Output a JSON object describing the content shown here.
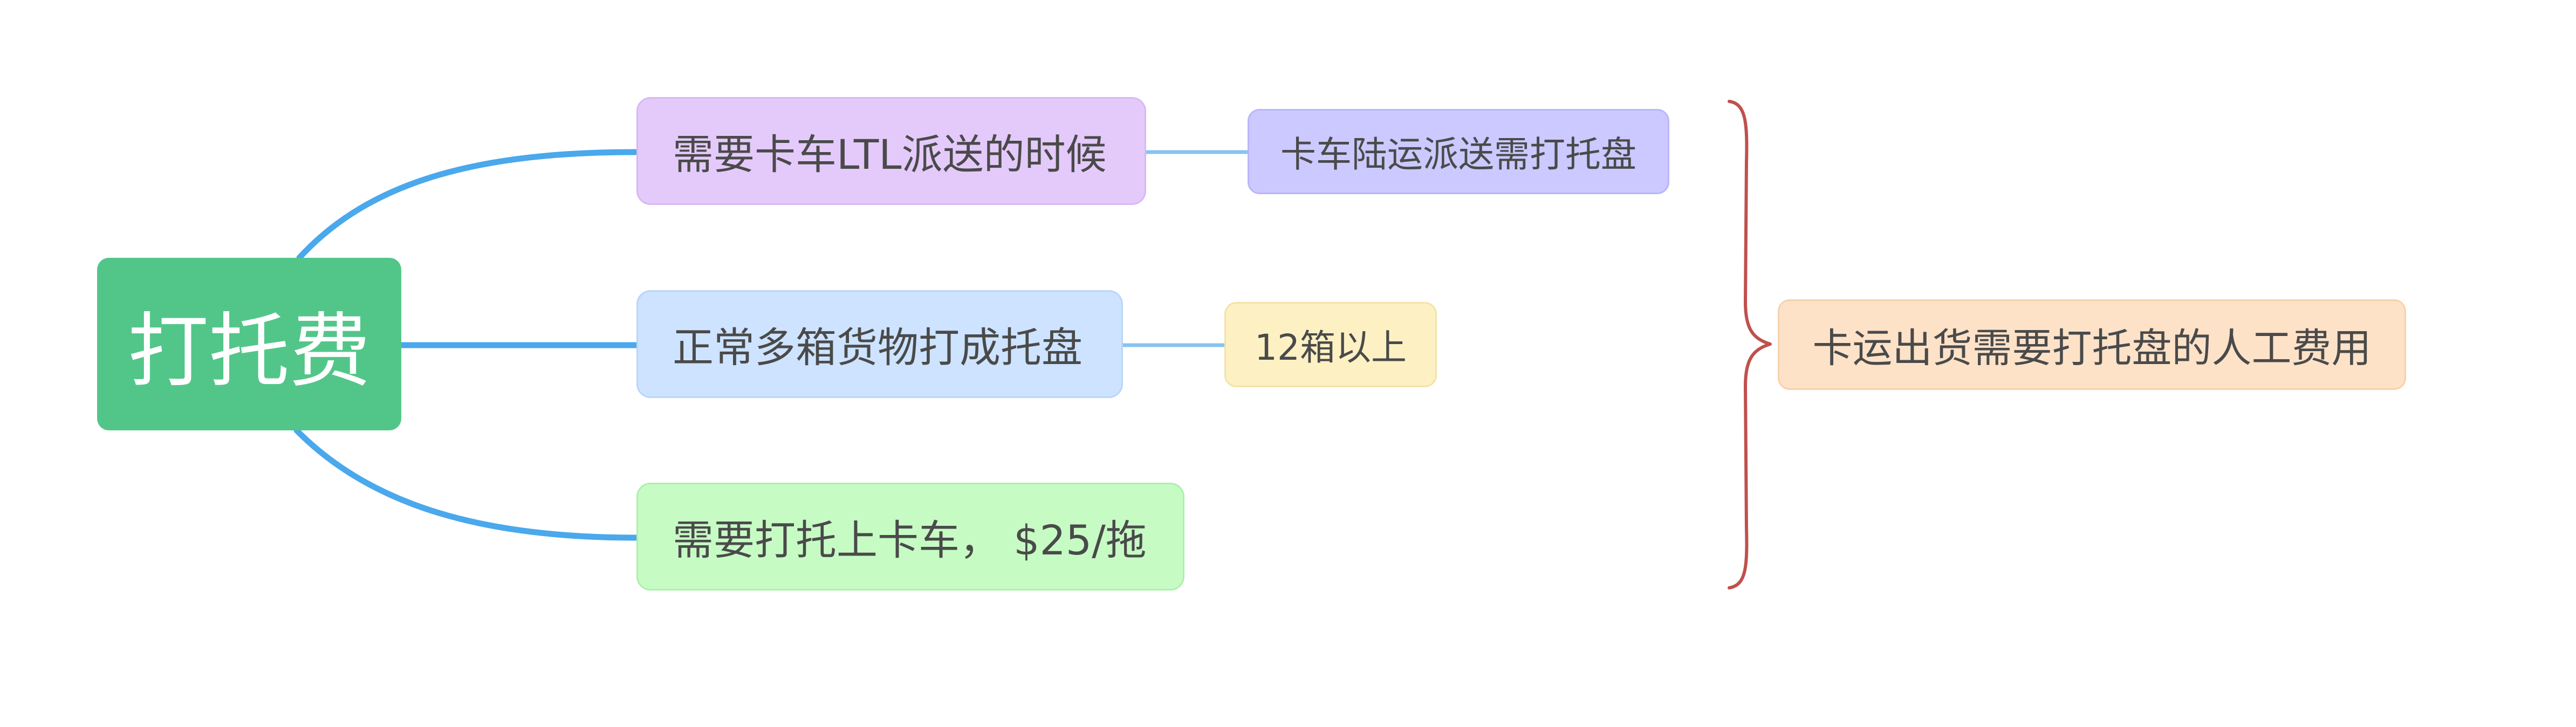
{
  "mindmap": {
    "root": {
      "label": "打托费"
    },
    "branches": [
      {
        "label": "需要卡车LTL派送的时候",
        "child": "卡车陆运派送需打托盘"
      },
      {
        "label": "正常多箱货物打成托盘",
        "child": "12箱以上"
      },
      {
        "label": "需要打托上卡车， $25/拖"
      }
    ],
    "summary": {
      "label": "卡运出货需要打托盘的人工费用"
    }
  },
  "colors": {
    "root": "#52c689",
    "branch_1": "#e4cafb",
    "branch_2": "#cde3ff",
    "branch_3": "#c6fcc4",
    "leaf_1": "#cbc9ff",
    "leaf_2": "#fdf1c4",
    "summary": "#fde2c8",
    "connector": "#4aa8ec",
    "brace": "#c0504d"
  }
}
